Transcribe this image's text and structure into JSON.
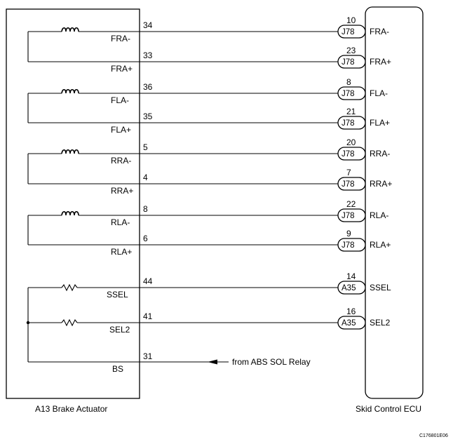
{
  "left_component": {
    "label": "A13 Brake Actuator"
  },
  "right_component": {
    "label": "Skid Control ECU"
  },
  "circuits": [
    {
      "element": "coil",
      "signal": "FRA-",
      "actuator_pin": "34",
      "ecu_pin": "10",
      "connector": "J78"
    },
    {
      "element": "coil",
      "signal": "FRA+",
      "actuator_pin": "33",
      "ecu_pin": "23",
      "connector": "J78"
    },
    {
      "element": "coil",
      "signal": "FLA-",
      "actuator_pin": "36",
      "ecu_pin": "8",
      "connector": "J78"
    },
    {
      "element": "coil",
      "signal": "FLA+",
      "actuator_pin": "35",
      "ecu_pin": "21",
      "connector": "J78"
    },
    {
      "element": "coil",
      "signal": "RRA-",
      "actuator_pin": "5",
      "ecu_pin": "20",
      "connector": "J78"
    },
    {
      "element": "coil",
      "signal": "RRA+",
      "actuator_pin": "4",
      "ecu_pin": "7",
      "connector": "J78"
    },
    {
      "element": "coil",
      "signal": "RLA-",
      "actuator_pin": "8",
      "ecu_pin": "22",
      "connector": "J78"
    },
    {
      "element": "coil",
      "signal": "RLA+",
      "actuator_pin": "6",
      "ecu_pin": "9",
      "connector": "J78"
    },
    {
      "element": "resistor",
      "signal": "SSEL",
      "actuator_pin": "44",
      "ecu_pin": "14",
      "connector": "A35"
    },
    {
      "element": "resistor",
      "signal": "SEL2",
      "actuator_pin": "41",
      "ecu_pin": "16",
      "connector": "A35"
    }
  ],
  "bs_line": {
    "signal": "BS",
    "actuator_pin": "31",
    "annotation": "from ABS SOL Relay"
  },
  "figure_code": "C176801E06"
}
